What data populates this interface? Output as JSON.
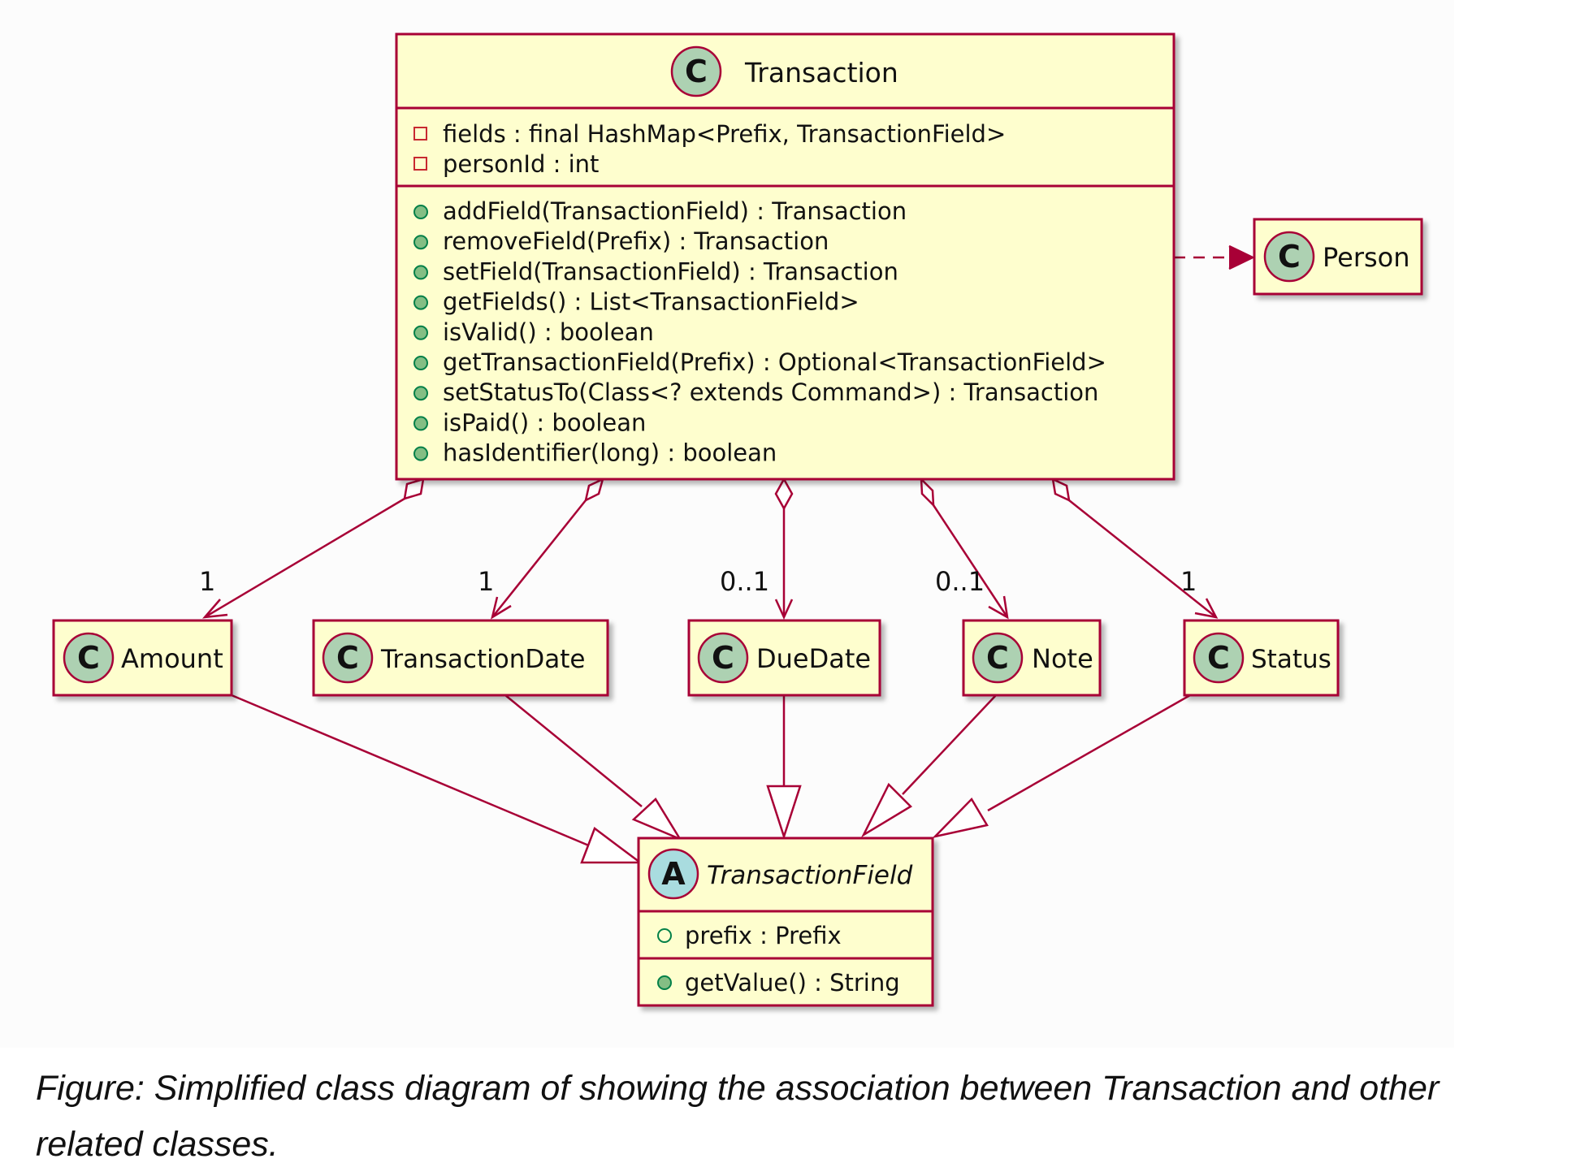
{
  "colors": {
    "class_fill": "#fefece",
    "border": "#a80036",
    "circle_class": "#add1b2",
    "circle_abstract": "#a9dcdf",
    "private_marker": "#c82930",
    "public_marker": "#84be84"
  },
  "classes": {
    "transaction": {
      "stereotype_letter": "C",
      "name": "Transaction",
      "fields": [
        "fields : final HashMap<Prefix, TransactionField>",
        "personId : int"
      ],
      "methods": [
        "addField(TransactionField) : Transaction",
        "removeField(Prefix) : Transaction",
        "setField(TransactionField) : Transaction",
        "getFields() : List<TransactionField>",
        "isValid() : boolean",
        "getTransactionField(Prefix) : Optional<TransactionField>",
        "setStatusTo(Class<? extends Command>) : Transaction",
        "isPaid() : boolean",
        "hasIdentifier(long) : boolean"
      ]
    },
    "person": {
      "stereotype_letter": "C",
      "name": "Person"
    },
    "amount": {
      "stereotype_letter": "C",
      "name": "Amount"
    },
    "transaction_date": {
      "stereotype_letter": "C",
      "name": "TransactionDate"
    },
    "due_date": {
      "stereotype_letter": "C",
      "name": "DueDate"
    },
    "note": {
      "stereotype_letter": "C",
      "name": "Note"
    },
    "status": {
      "stereotype_letter": "C",
      "name": "Status"
    },
    "transaction_field": {
      "stereotype_letter": "A",
      "name": "TransactionField",
      "fields": [
        "prefix : Prefix"
      ],
      "methods": [
        "getValue() : String"
      ]
    }
  },
  "multiplicities": {
    "amount": "1",
    "transaction_date": "1",
    "due_date": "0..1",
    "note": "0..1",
    "status": "1"
  },
  "caption": "Figure: Simplified class diagram of showing the association between Transaction and other related classes."
}
